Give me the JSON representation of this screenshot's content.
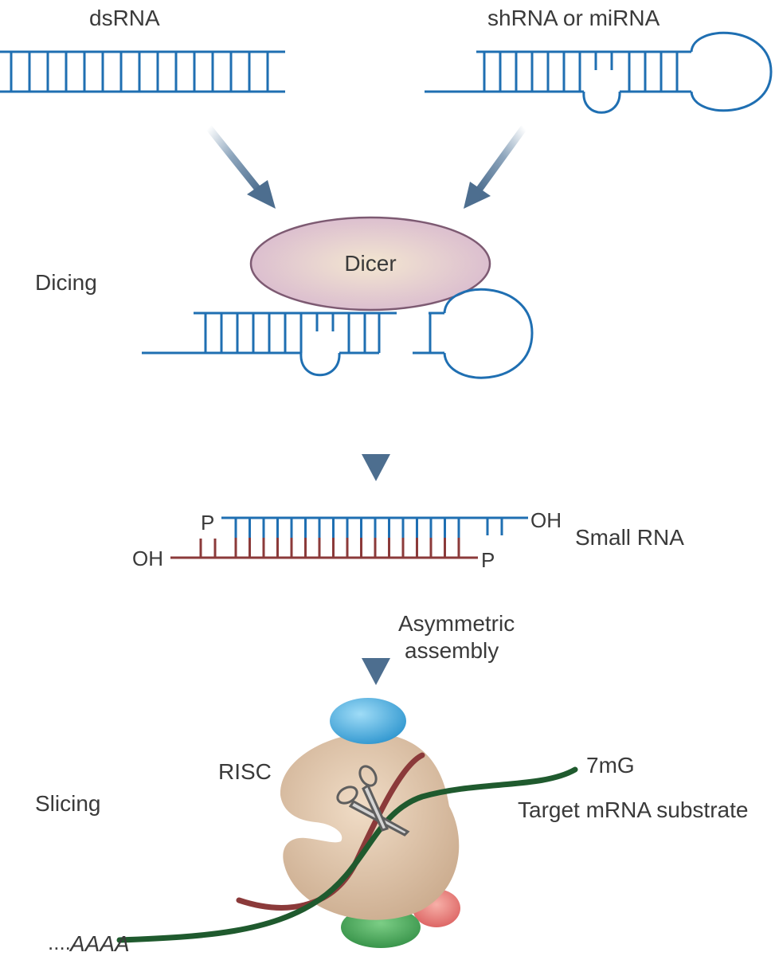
{
  "labels": {
    "dsrna": "dsRNA",
    "shrna": "shRNA or miRNA",
    "dicing": "Dicing",
    "dicer": "Dicer",
    "small_rna": "Small RNA",
    "asym_line1": "Asymmetric",
    "asym_line2": "assembly",
    "risc": "RISC",
    "slicing": "Slicing",
    "cap": "7mG",
    "target": "Target mRNA substrate",
    "polya_dots": "....",
    "polya": "AAAA",
    "oh": "OH",
    "p": "P"
  },
  "colors": {
    "rna_blue": "#1f6fb2",
    "guide_red": "#8b3a3a",
    "mrna_green": "#1f5a2e",
    "arrow": "#4d6e8f",
    "dicer_fill": "#e3c6d9",
    "risc_fill": "#dcc2a6",
    "blue_cap": "#4aaee0",
    "red_blob": "#e87a7a",
    "green_blob": "#3fa352"
  }
}
